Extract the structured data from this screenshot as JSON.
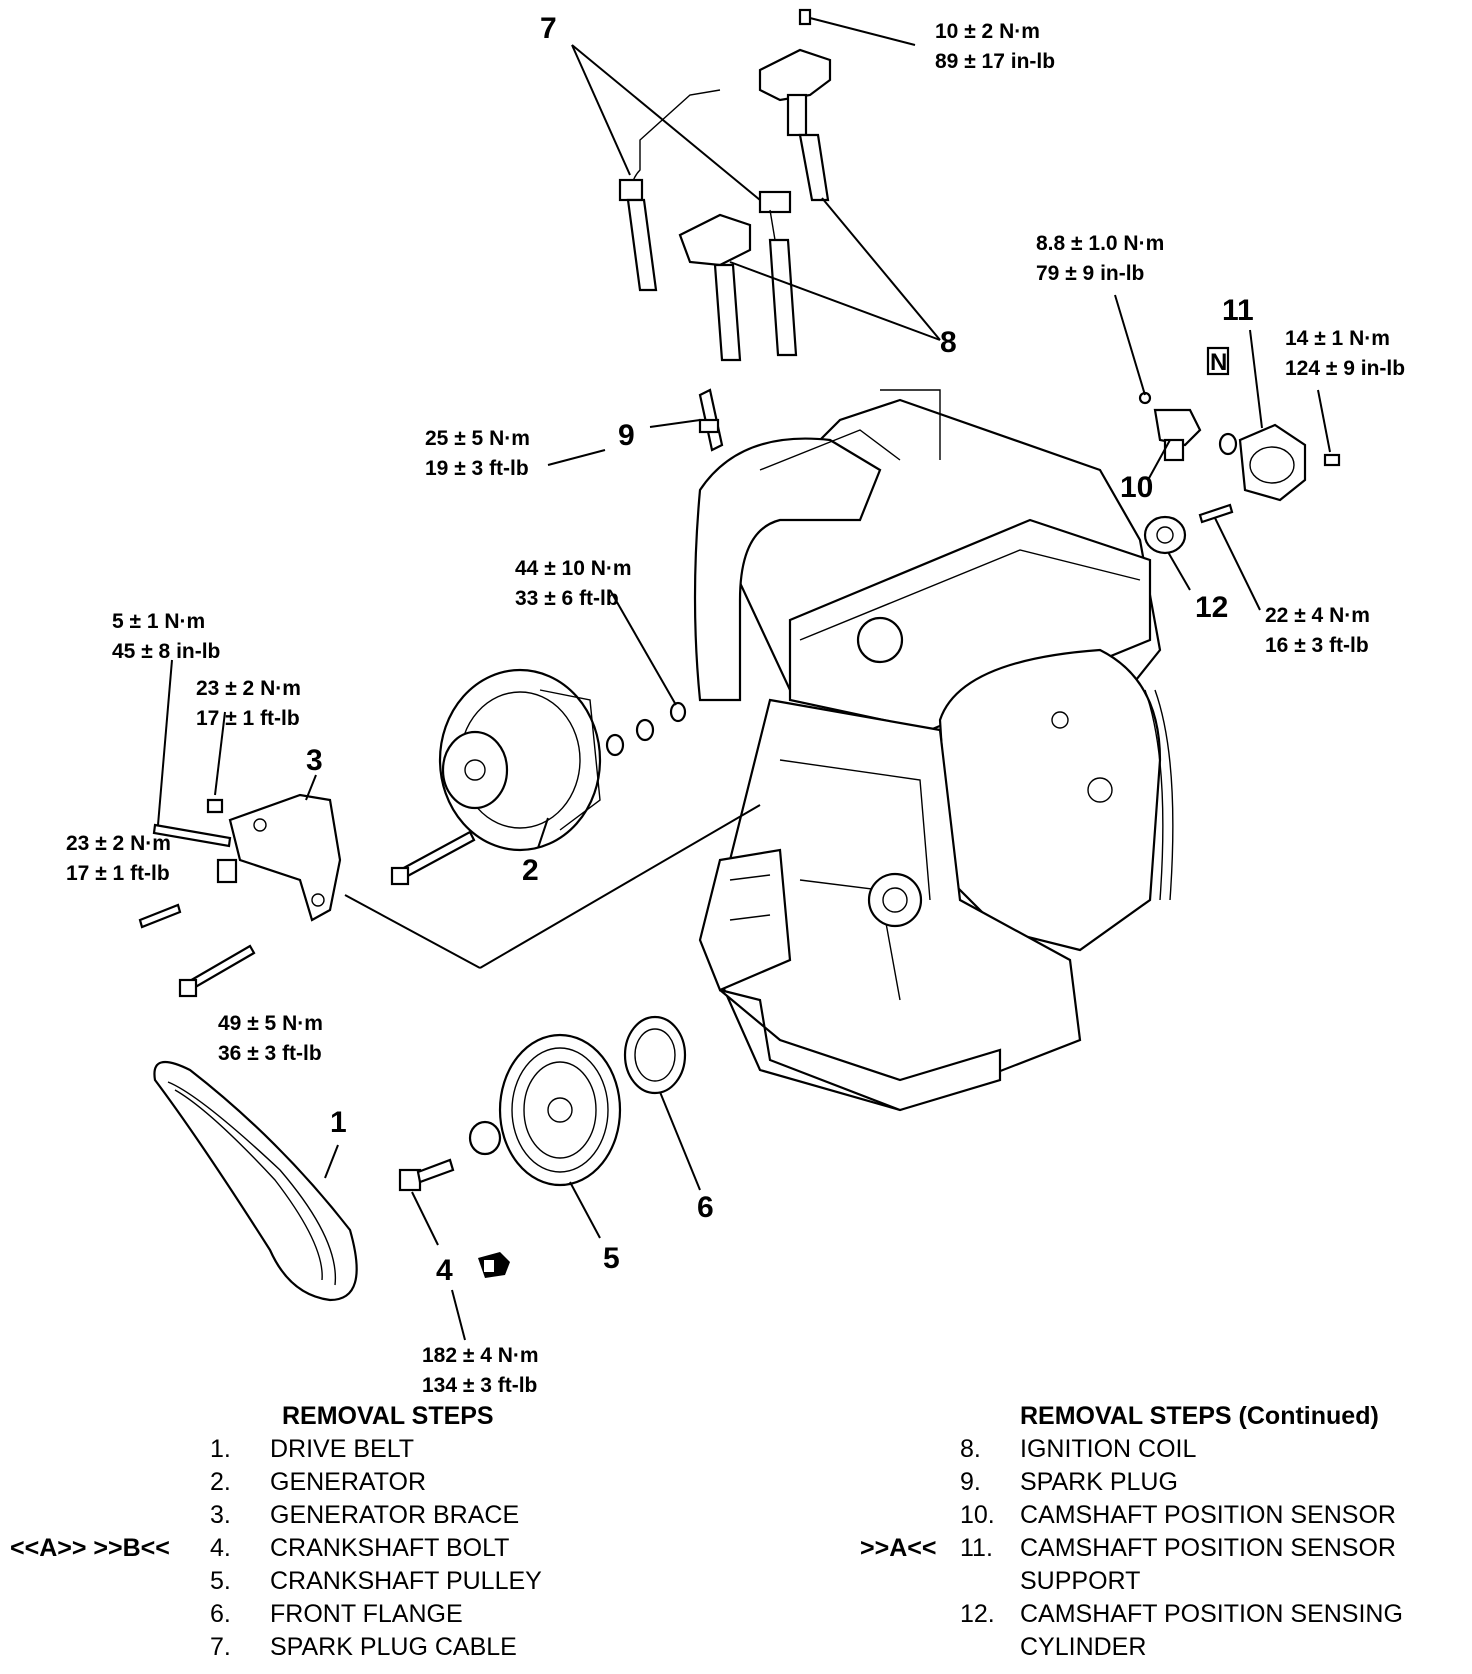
{
  "callouts": {
    "c1": "1",
    "c2": "2",
    "c3": "3",
    "c4": "4",
    "c5": "5",
    "c6": "6",
    "c7": "7",
    "c8": "8",
    "c9": "9",
    "c10": "10",
    "c11": "11",
    "c12": "12",
    "n_symbol": "N"
  },
  "torques": {
    "coil_bolt": [
      "10 ± 2 N·m",
      "89 ± 17 in-lb"
    ],
    "cam_sensor_bolt": [
      "8.8 ± 1.0 N·m",
      "79 ± 9 in-lb"
    ],
    "sensor_support_bolt": [
      "14 ± 1 N·m",
      "124 ± 9 in-lb"
    ],
    "spark_plug": [
      "25 ± 5 N·m",
      "19 ± 3 ft-lb"
    ],
    "cylinder_bolt": [
      "22 ± 4 N·m",
      "16 ± 3 ft-lb"
    ],
    "generator_nut": [
      "44 ± 10 N·m",
      "33 ± 6 ft-lb"
    ],
    "brace_bolt_a": [
      "5 ± 1 N·m",
      "45 ± 8 in-lb"
    ],
    "brace_bolt_b": [
      "23 ± 2 N·m",
      "17 ± 1 ft-lb"
    ],
    "brace_bolt_c": [
      "23 ± 2 N·m",
      "17 ± 1 ft-lb"
    ],
    "generator_bolt": [
      "49 ± 5 N·m",
      "36 ± 3 ft-lb"
    ],
    "crankshaft_bolt": [
      "182 ± 4 N·m",
      "134 ± 3 ft-lb"
    ]
  },
  "removal_steps": {
    "title": "REMOVAL STEPS",
    "items": [
      {
        "mark": "",
        "num": "1.",
        "label": "DRIVE BELT"
      },
      {
        "mark": "",
        "num": "2.",
        "label": "GENERATOR"
      },
      {
        "mark": "",
        "num": "3.",
        "label": "GENERATOR BRACE"
      },
      {
        "mark": "<<A>>   >>B<<",
        "num": "4.",
        "label": "CRANKSHAFT BOLT"
      },
      {
        "mark": "",
        "num": "5.",
        "label": "CRANKSHAFT PULLEY"
      },
      {
        "mark": "",
        "num": "6.",
        "label": "FRONT FLANGE"
      },
      {
        "mark": "",
        "num": "7.",
        "label": "SPARK PLUG CABLE"
      }
    ]
  },
  "removal_steps_continued": {
    "title": "REMOVAL STEPS (Continued)",
    "items": [
      {
        "mark": "",
        "num": "8.",
        "label": "IGNITION COIL",
        "label2": ""
      },
      {
        "mark": "",
        "num": "9.",
        "label": "SPARK PLUG",
        "label2": ""
      },
      {
        "mark": "",
        "num": "10.",
        "label": "CAMSHAFT POSITION SENSOR",
        "label2": ""
      },
      {
        "mark": ">>A<<",
        "num": "11.",
        "label": "CAMSHAFT POSITION SENSOR",
        "label2": "SUPPORT"
      },
      {
        "mark": "",
        "num": "12.",
        "label": "CAMSHAFT POSITION SENSING",
        "label2": "CYLINDER"
      }
    ]
  }
}
